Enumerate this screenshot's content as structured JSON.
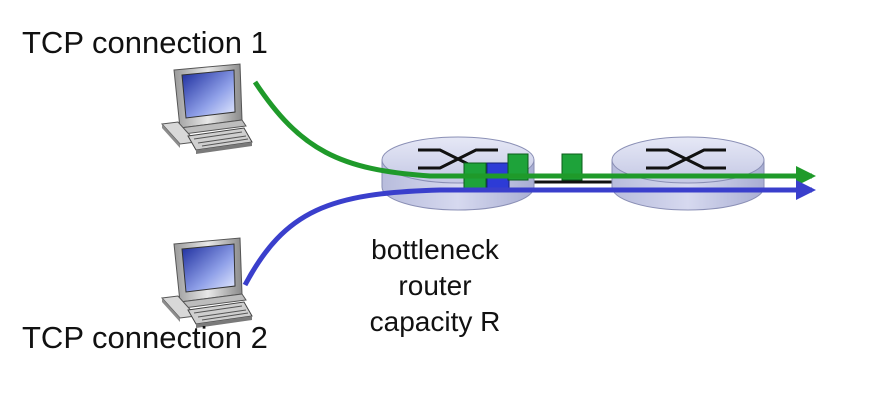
{
  "labels": {
    "connection1": "TCP connection 1",
    "connection2": "TCP connection 2",
    "bottleneck_line1": "bottleneck",
    "bottleneck_line2": "router",
    "bottleneck_line3": "capacity R"
  },
  "colors": {
    "connection1": "#1f9a2a",
    "connection2": "#3a3fcc",
    "router_fill": "#c9cde8",
    "router_stroke": "#8a8fb5",
    "packet_green": "#1ea33a",
    "packet_blue": "#2d3bd6"
  },
  "icons": {
    "host1": "desktop-computer-icon",
    "host2": "desktop-computer-icon",
    "router1": "router-icon",
    "router2": "router-icon"
  }
}
